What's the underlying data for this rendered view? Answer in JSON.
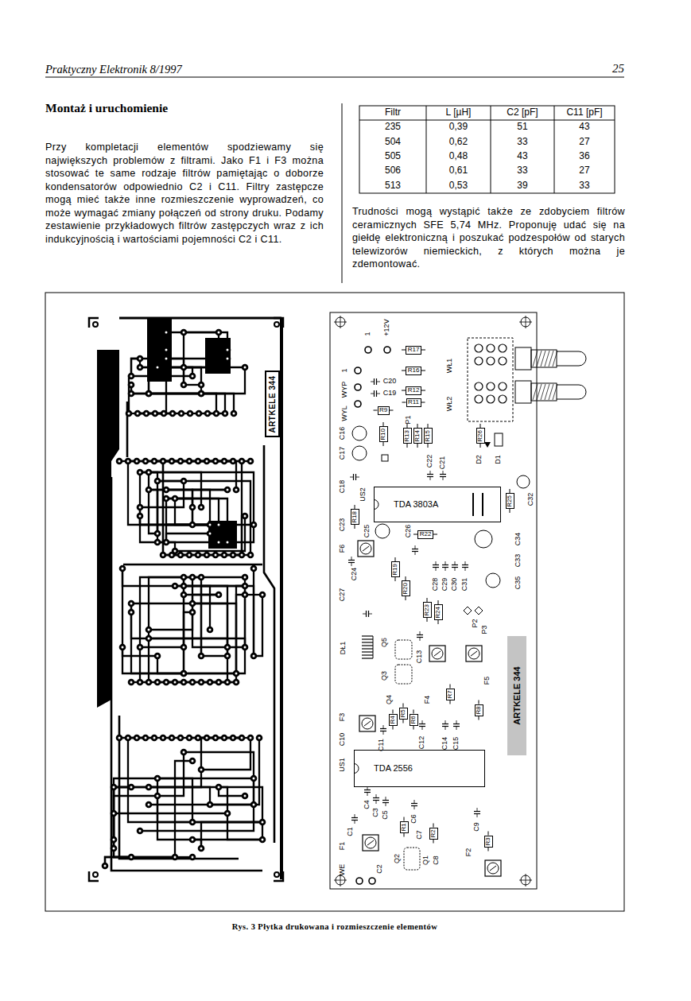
{
  "diagram": {
    "title": "Montaż i uruchomienie",
    "caption": "Rys. 3 Płytka drukowana i rozmieszczenie elementów",
    "nodes": [
      {
        "text": [
          "ARTKELE 344"
        ]
      },
      {
        "text": [
          "R17"
        ]
      },
      {
        "text": [
          "R16"
        ]
      },
      {
        "text": [
          "R12"
        ]
      },
      {
        "text": [
          "R11"
        ]
      },
      {
        "text": [
          "R9"
        ]
      },
      {
        "text": [
          "R10"
        ]
      },
      {
        "text": [
          "R13"
        ]
      },
      {
        "text": [
          "R14"
        ]
      },
      {
        "text": [
          "R15"
        ]
      },
      {
        "text": [
          "R26"
        ]
      },
      {
        "text": [
          "R18"
        ]
      },
      {
        "text": [
          "R25"
        ]
      },
      {
        "text": [
          "R22"
        ]
      },
      {
        "text": [
          "R19"
        ]
      },
      {
        "text": [
          "R20"
        ]
      },
      {
        "text": [
          "R23"
        ]
      },
      {
        "text": [
          "R24"
        ]
      },
      {
        "text": [
          "R4"
        ]
      },
      {
        "text": [
          "R5"
        ]
      },
      {
        "text": [
          "R6"
        ]
      },
      {
        "text": [
          "R7"
        ]
      },
      {
        "text": [
          "R8"
        ]
      },
      {
        "text": [
          "R1"
        ]
      },
      {
        "text": [
          "R2"
        ]
      },
      {
        "text": [
          "R3"
        ]
      },
      {
        "text": [
          "TDA 3803A"
        ]
      },
      {
        "text": [
          "TDA 2556"
        ]
      },
      {
        "text": [
          "ARTKELE 344"
        ]
      }
    ],
    "labels": [
      "Praktyczny Elektronik 8/1997",
      "25",
      "Przy kompletacji elementów spodziewamy się największych problemów z filtrami. Jako F1 i F3 można stosować te same rodzaje filtrów pamiętając o doborze kondensatorów odpowiednio C2 i C11. Filtry zastępcze mogą mieć także inne rozmieszczenie wyprowadzeń, co może wymagać zmiany połączeń od strony druku. Podamy zestawienie przykładowych filtrów zastępczych wraz z ich indukcyjnością i wartościami pojemności C2 i C11.",
      "Filtr",
      "L [µH]",
      "C2 [pF]",
      "C11 [pF]",
      "235",
      "0,39",
      "51",
      "43",
      "504",
      "0,62",
      "33",
      "27",
      "505",
      "0,48",
      "43",
      "36",
      "506",
      "0,61",
      "33",
      "27",
      "513",
      "0,53",
      "39",
      "33",
      "Trudności mogą wystąpić także ze zdobyciem filtrów ceramicznych SFE 5,74 MHz. Proponuję udać się na giełdę elektroniczną i poszukać podzespołów od starych telewizorów niemieckich, z których można je zdemontować.",
      "1",
      "+12V",
      "1",
      "WYP",
      "WYL",
      "C20",
      "C19",
      "WŁ1",
      "WŁ2",
      "C17",
      "C16",
      "P1",
      "C22",
      "C21",
      "D2",
      "D1",
      "C18",
      "US2",
      "C23",
      "C25",
      "C26",
      "C32",
      "C34",
      "C33",
      "C35",
      "F6",
      "C24",
      "C27",
      "C28",
      "C29",
      "C30",
      "C31",
      "P2",
      "P3",
      "DŁ1",
      "Q5",
      "Q3",
      "Q4",
      "C13",
      "F4",
      "F5",
      "F3",
      "C10",
      "C11",
      "C12",
      "C14",
      "C15",
      "US1",
      "C4",
      "C3",
      "C5",
      "C6",
      "C7",
      "C9",
      "C1",
      "F1",
      "WE",
      "C2",
      "Q2",
      "Q1",
      "C8",
      "F2"
    ]
  }
}
